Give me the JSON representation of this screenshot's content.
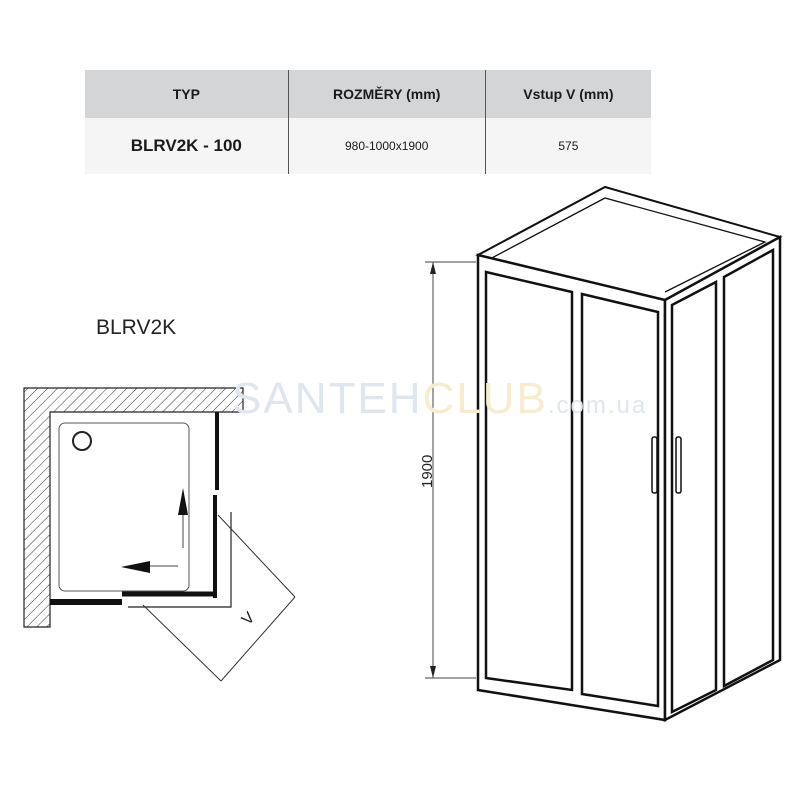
{
  "table": {
    "headers": [
      "TYP",
      "ROZMĚRY (mm)",
      "Vstup V (mm)"
    ],
    "rows": [
      [
        "BLRV2K - 100",
        "980-1000x1900",
        "575"
      ]
    ]
  },
  "model_label": "BLRV2K",
  "watermark": {
    "main": "SANTEH",
    "accent": "CLUB",
    "domain": ".com.ua"
  },
  "plan": {
    "entry_label": "V"
  },
  "elevation": {
    "height_label": "1900"
  }
}
